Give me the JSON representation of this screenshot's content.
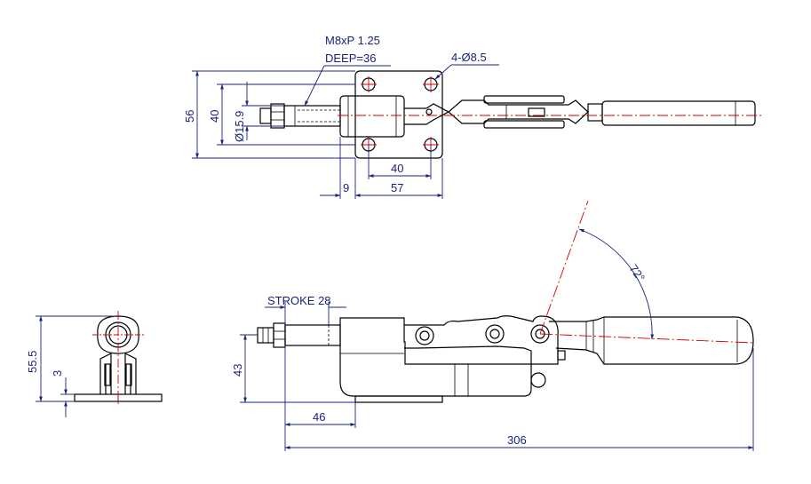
{
  "drawing": {
    "top_view": {
      "note_thread": "M8xP 1.25",
      "note_deep": "DEEP=36",
      "note_holes": "4-Ø8.5",
      "dim_56": "56",
      "dim_40_v": "40",
      "dim_dia": "Ø15.9",
      "dim_40_h": "40",
      "dim_9": "9",
      "dim_57": "57"
    },
    "side_view": {
      "stroke": "STROKE 28",
      "dim_43": "43",
      "dim_46": "46",
      "dim_306": "306",
      "angle": "72°"
    },
    "end_view": {
      "dim_55_5": "55.5",
      "dim_3": "3"
    }
  },
  "colors": {
    "outline": "#000000",
    "dimension": "#1a237e",
    "centerline": "#d00000"
  }
}
